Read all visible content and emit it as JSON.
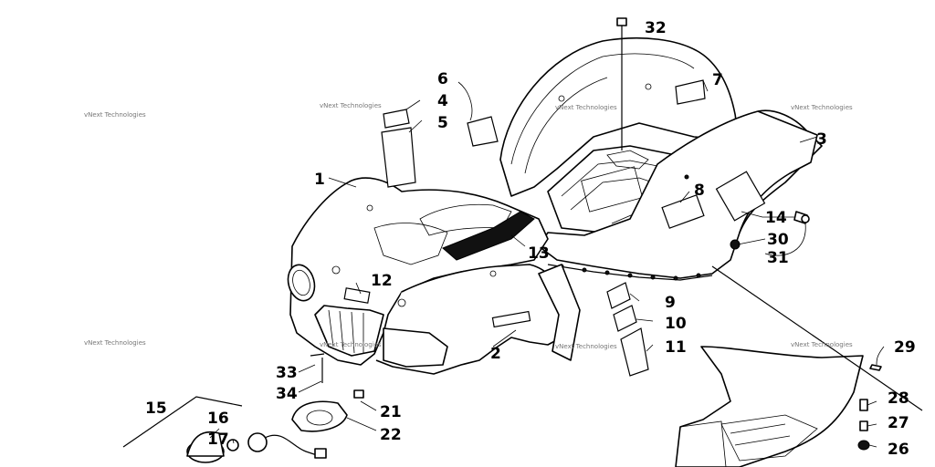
{
  "watermark": "vNext Technologies",
  "callouts": [
    {
      "id": "c1",
      "label": "1"
    },
    {
      "id": "c2",
      "label": "2"
    },
    {
      "id": "c3",
      "label": "3"
    },
    {
      "id": "c4",
      "label": "4"
    },
    {
      "id": "c5",
      "label": "5"
    },
    {
      "id": "c6",
      "label": "6"
    },
    {
      "id": "c7",
      "label": "7"
    },
    {
      "id": "c8",
      "label": "8"
    },
    {
      "id": "c9",
      "label": "9"
    },
    {
      "id": "c10",
      "label": "10"
    },
    {
      "id": "c11",
      "label": "11"
    },
    {
      "id": "c12",
      "label": "12"
    },
    {
      "id": "c13",
      "label": "13"
    },
    {
      "id": "c14",
      "label": "14"
    },
    {
      "id": "c15",
      "label": "15"
    },
    {
      "id": "c16",
      "label": "16"
    },
    {
      "id": "c17",
      "label": "17"
    },
    {
      "id": "c21",
      "label": "21"
    },
    {
      "id": "c22",
      "label": "22"
    },
    {
      "id": "c26",
      "label": "26"
    },
    {
      "id": "c27",
      "label": "27"
    },
    {
      "id": "c28",
      "label": "28"
    },
    {
      "id": "c29",
      "label": "29"
    },
    {
      "id": "c30",
      "label": "30"
    },
    {
      "id": "c31",
      "label": "31"
    },
    {
      "id": "c32",
      "label": "32"
    },
    {
      "id": "c33",
      "label": "33"
    },
    {
      "id": "c34",
      "label": "34"
    }
  ]
}
